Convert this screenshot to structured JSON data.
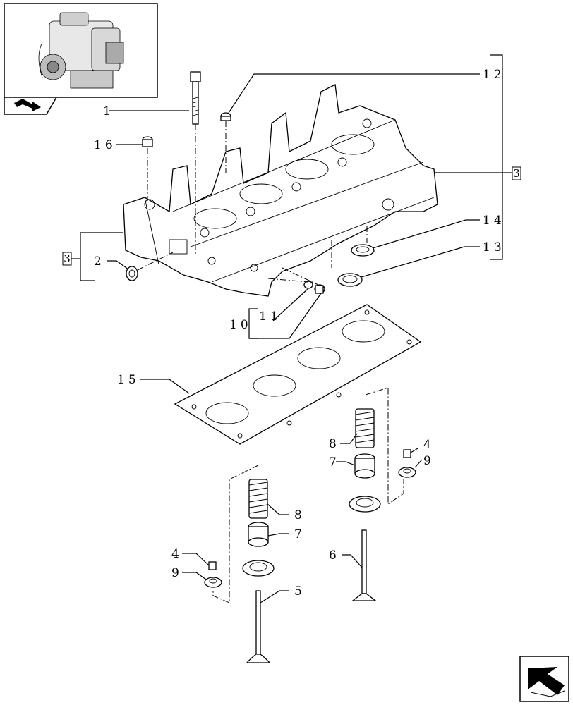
{
  "labels": {
    "l1": "1",
    "l2": "2",
    "l3a": "3",
    "l3b": "3",
    "l4a": "4",
    "l4b": "4",
    "l5": "5",
    "l6": "6",
    "l7a": "7",
    "l7b": "7",
    "l8a": "8",
    "l8b": "8",
    "l9a": "9",
    "l9b": "9",
    "l10": "10",
    "l11": "11",
    "l12": "12",
    "l13": "13",
    "l14": "14",
    "l15": "15",
    "l16": "16"
  },
  "icons": {
    "thumbnail": "engine-thumbnail-icon",
    "back": "back-arrow-icon",
    "next": "next-page-arrow-icon"
  }
}
